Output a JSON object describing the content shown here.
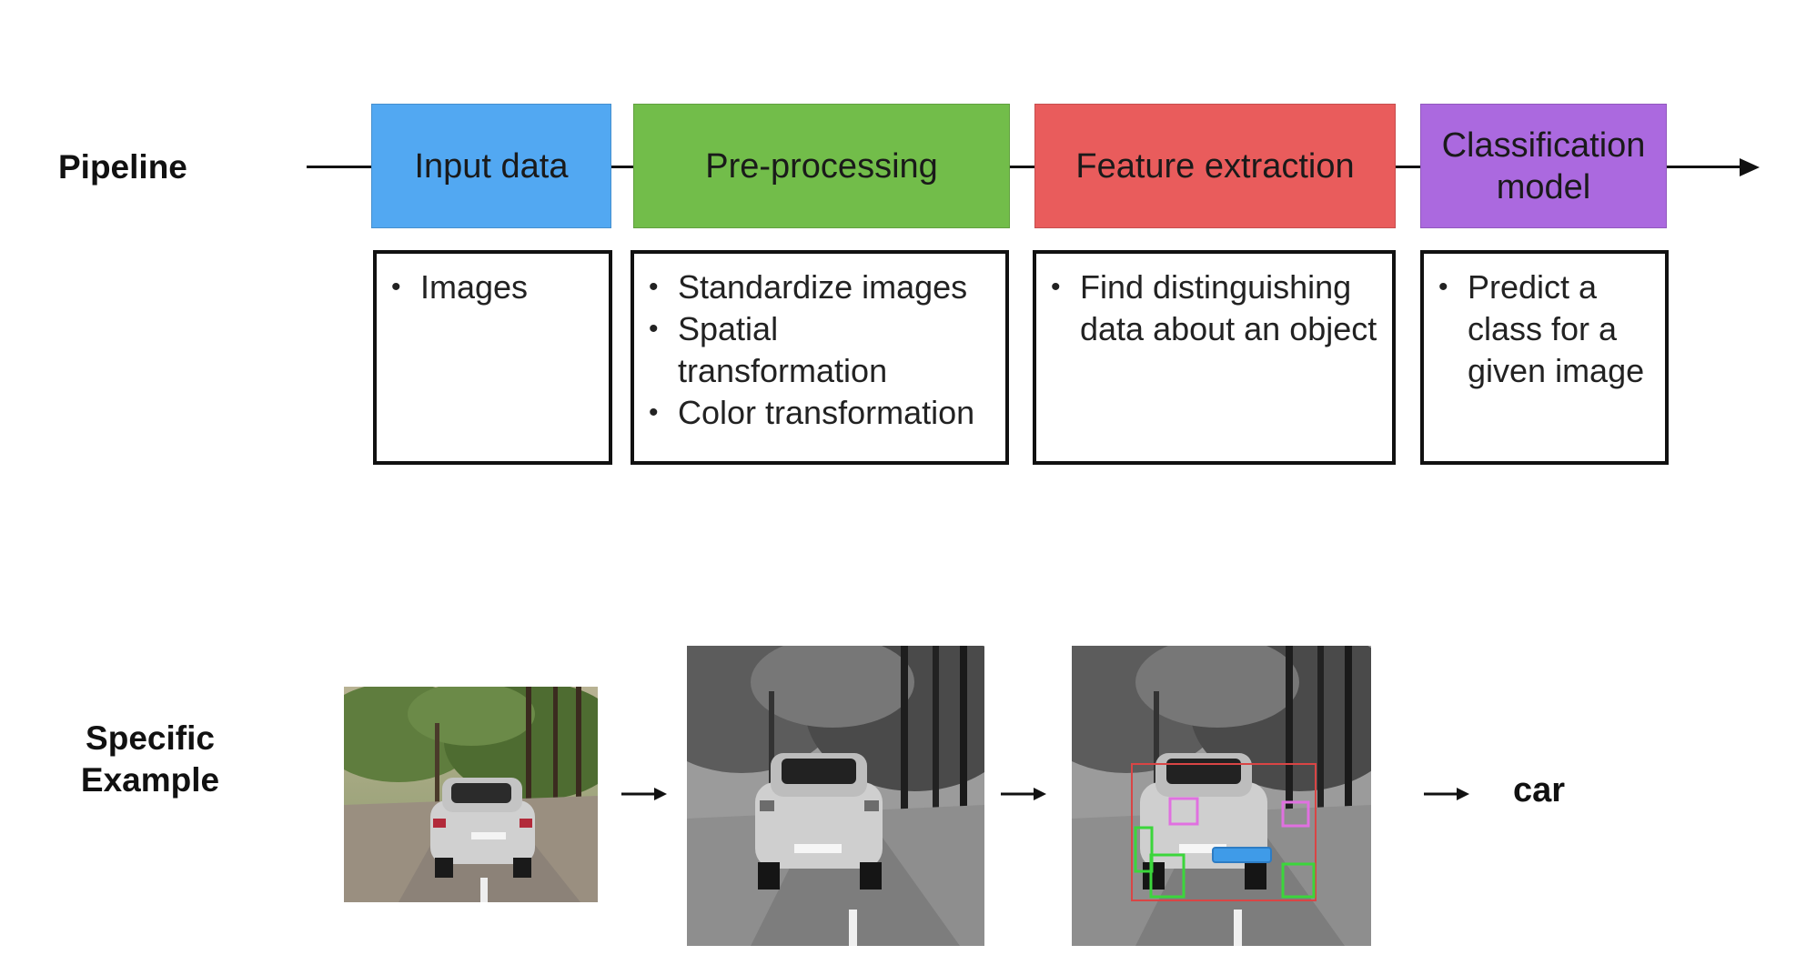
{
  "pipeline": {
    "label": "Pipeline",
    "stages": [
      {
        "title": "Input data",
        "color": "#52a8f2",
        "bullets": [
          "Images"
        ]
      },
      {
        "title": "Pre-processing",
        "color": "#72bd4a",
        "bullets": [
          "Standardize images",
          "Spatial transformation",
          "Color transformation"
        ]
      },
      {
        "title": "Feature extraction",
        "color": "#e95c5c",
        "bullets": [
          "Find distinguishing data about an object"
        ]
      },
      {
        "title": "Classification model",
        "color": "#ab69df",
        "bullets": [
          "Predict a class for a given image"
        ]
      }
    ]
  },
  "example": {
    "label": "Specific Example",
    "result": "car",
    "images": [
      "color-car-photo",
      "grayscale-car-photo",
      "feature-annotated-car-photo"
    ],
    "box_colors": {
      "outline": "#d94545",
      "lights": "#e070e0",
      "wheels": "#3bd63b",
      "plate": "#3f9be8"
    }
  }
}
